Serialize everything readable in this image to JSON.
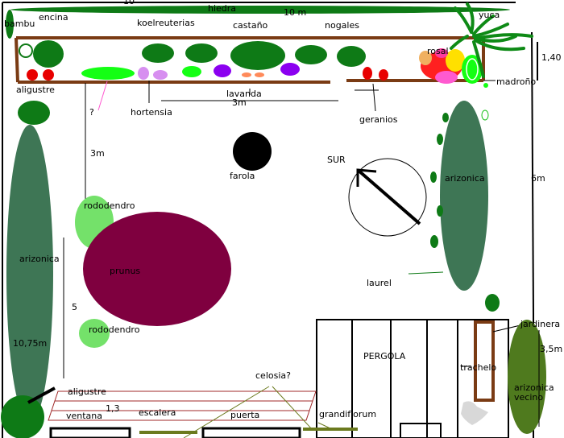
{
  "labels": {
    "bambu": "bambu",
    "encina": "encina",
    "hiedra_top": "10",
    "hiedra": "hiedra",
    "hiedra_len": "10 m",
    "yuca": "yuca",
    "koelreuterias": "koelreuterias",
    "castano": "castaño",
    "nogales": "nogales",
    "rosal": "rosal",
    "dim_140": "1,40",
    "madrono": "madroño",
    "aligustre_top": "aligustre",
    "question": "?",
    "hortensia": "hortensia",
    "lavanda": "lavanda",
    "dim_3m_h": "3m",
    "geranios": "geranios",
    "dim_3m_v": "3m",
    "sur": "SUR",
    "farola": "farola",
    "arizonica_right": "arizonica",
    "dim_6m": "6m",
    "rododendro_top": "rododendro",
    "prunus": "prunus",
    "laurel": "laurel",
    "arizonica_left": "arizonica",
    "dim_5": "5",
    "rododendro_bottom": "rododendro",
    "dim_1075": "10,75m",
    "jardinera": "jardinera",
    "dim_35": "3,5m",
    "pergola": "PERGOLA",
    "trachelo": "trachelo",
    "arizonica_vecino": "arizonica\nvecino",
    "celosia": "celosia?",
    "aligustre_bottom": "aligustre",
    "dim_13": "1,3",
    "ventana": "ventana",
    "escalera": "escalera",
    "puerta": "puerta",
    "grandiflorum": "grandiflorum"
  },
  "colors": {
    "dark_green": "#0e7a16",
    "arizonica": "#3e7655",
    "light_green": "#74e16a",
    "bright_green": "#14ff14",
    "brown": "#7a3b14",
    "prunus": "#7f003f",
    "purple": "#8b00f0",
    "lilac": "#d78ff0",
    "red": "#e80000",
    "olive": "#5a7a1e",
    "pink": "#ff5a9e"
  }
}
